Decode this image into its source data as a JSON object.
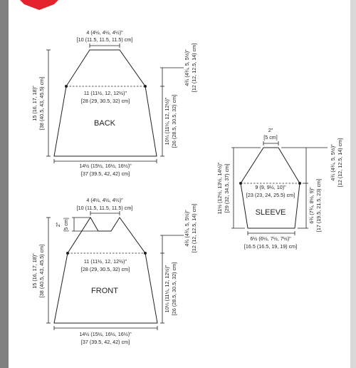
{
  "colors": {
    "brand_badge": "#e4222d",
    "ink": "#231f20"
  },
  "back": {
    "label": "BACK",
    "neck_width": [
      "4 (4½, 4½, 4½)\"",
      "[10 (11.5, 11.5, 11.5) cm]"
    ],
    "upper_width": [
      "11 (11½, 12, 12½)\"",
      "[28 (29, 30.5, 32) cm]"
    ],
    "bottom_width": [
      "14½ (15½, 16½, 16½)\"",
      "[37 (39.5, 42, 42) cm]"
    ],
    "length": [
      "15 (16, 17, 18)\"",
      "[38 (40.5, 43, 45.5) cm]"
    ],
    "yoke_depth": [
      "4¾ (4¾, 5, 5½)\"",
      "[12 (12, 12.5, 14) cm]"
    ],
    "body_depth": [
      "10¼ (11¼, 12, 12½)\"",
      "[26 (28.5, 30.5, 32) cm]"
    ]
  },
  "front": {
    "label": "FRONT",
    "neck_width": [
      "4 (4½, 4½, 4½)\"",
      "[10 (11.5, 11.5, 11.5) cm]"
    ],
    "neck_depth": [
      "2\"",
      "[5 cm]"
    ],
    "upper_width": [
      "11 (11½, 12, 12½)\"",
      "[28 (29, 30.5, 32) cm]"
    ],
    "bottom_width": [
      "14½ (15½, 16½, 16½)\"",
      "[37 (39.5, 42, 42) cm]"
    ],
    "length": [
      "15 (16, 17, 18)\"",
      "[38 (40.5, 43, 45.5) cm]"
    ],
    "yoke_depth": [
      "4¾ (4¾, 5, 5½)\"",
      "[12 (12, 12.5, 14) cm]"
    ],
    "body_depth": [
      "10¼ (11¼, 12, 12½)\"",
      "[26 (28.5, 30.5, 32) cm]"
    ]
  },
  "sleeve": {
    "label": "SLEEVE",
    "top_width": [
      "2\"",
      "[5 cm]"
    ],
    "upper_width": [
      "9 (9, 9½, 10)\"",
      "[23 (23, 24, 25.5) cm]"
    ],
    "cuff_width": [
      "6½ (6½, 7½, 7½)\"",
      "[16.5 (16.5, 19, 19) cm]"
    ],
    "length": [
      "11½ (12½, 13½, 14½)\"",
      "[29 (32, 34.5, 37) cm]"
    ],
    "cap_depth": [
      "4¾ (4¾, 5, 5½)\"",
      "[12 (12, 12.5, 14) cm]"
    ],
    "lower_depth": [
      "6¾ (7¾, 8½, 9)\"",
      "[17 (19.5, 21.5, 23) cm]"
    ]
  }
}
